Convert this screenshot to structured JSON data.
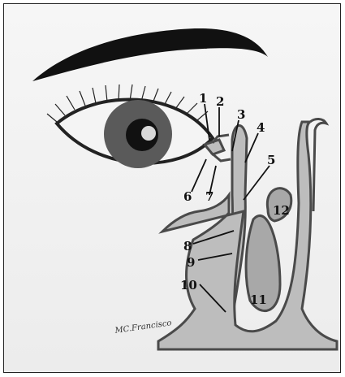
{
  "figure": {
    "signature": "MC.Francisco",
    "labels": [
      "1",
      "2",
      "3",
      "4",
      "5",
      "6",
      "7",
      "8",
      "9",
      "10",
      "11",
      "12"
    ]
  },
  "colors": {
    "tissue_fill": "#bdbdbd",
    "outline": "#4a4a4a",
    "ink": "#111111"
  }
}
